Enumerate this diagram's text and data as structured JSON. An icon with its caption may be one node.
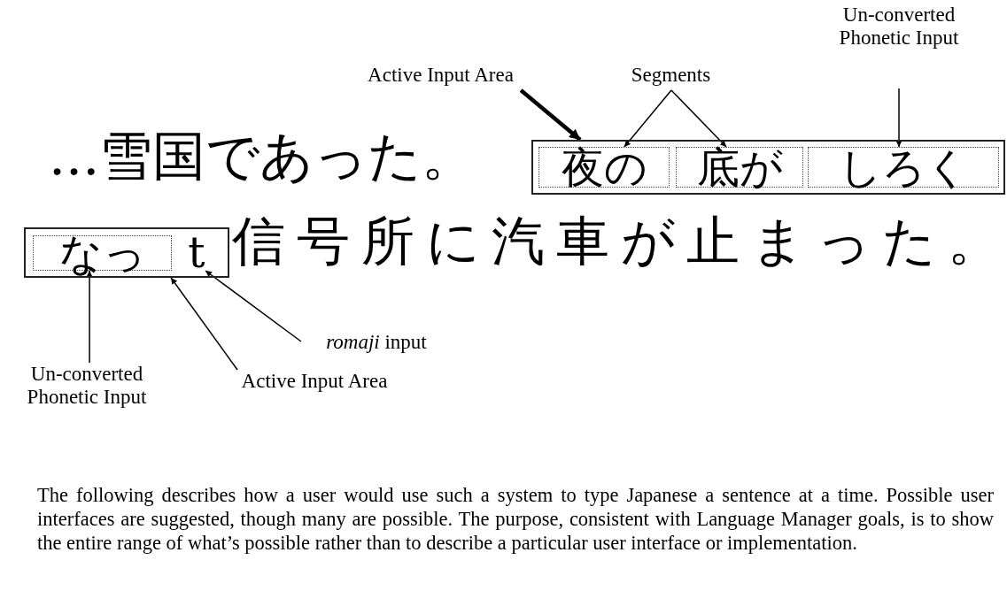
{
  "diagram": {
    "nodes": [
      {
        "text": [],
        "shape": "box"
      },
      {
        "text": [
          "夜の"
        ],
        "in": 0
      },
      {
        "text": [
          "底が"
        ],
        "in": 0
      },
      {
        "text": [
          "しろく"
        ],
        "in": 0
      },
      {
        "text": [
          "Active Input Area"
        ]
      },
      {
        "text": [
          "Segments"
        ]
      },
      {
        "text": [
          "Un-converted Phonetic Input"
        ]
      },
      {
        "text": [],
        "shape": "box"
      },
      {
        "text": [
          "なっ"
        ],
        "in": 7
      },
      {
        "text": [
          "t"
        ],
        "in": 7
      },
      {
        "text": [
          "*romaji* input"
        ]
      },
      {
        "text": [
          "Active Input Area"
        ]
      },
      {
        "text": [
          "Un-converted Phonetic Input"
        ]
      }
    ],
    "edges": [
      {
        "from": 4,
        "to": 0,
        "arrow": "to",
        "style": "thick"
      },
      {
        "from": 5,
        "to": 1,
        "arrow": "to"
      },
      {
        "from": 5,
        "to": 2,
        "arrow": "to"
      },
      {
        "from": 6,
        "to": 3,
        "arrow": "to"
      },
      {
        "from": 12,
        "to": 8,
        "arrow": "to"
      },
      {
        "from": 11,
        "to": 7,
        "arrow": "to"
      },
      {
        "from": 10,
        "to": 9,
        "arrow": "to"
      }
    ],
    "labels": [
      "...雪国であった。",
      "信号所に汽車が止まった。",
      "The following describes how a user would use such a system to type Japanese a sentence at a time. Possible user interfaces are suggested, though many are possible. The purpose, consistent with Language Manager goals, is to show the entire range of what’s possible rather than to describe a particular user interface or implementation."
    ]
  }
}
